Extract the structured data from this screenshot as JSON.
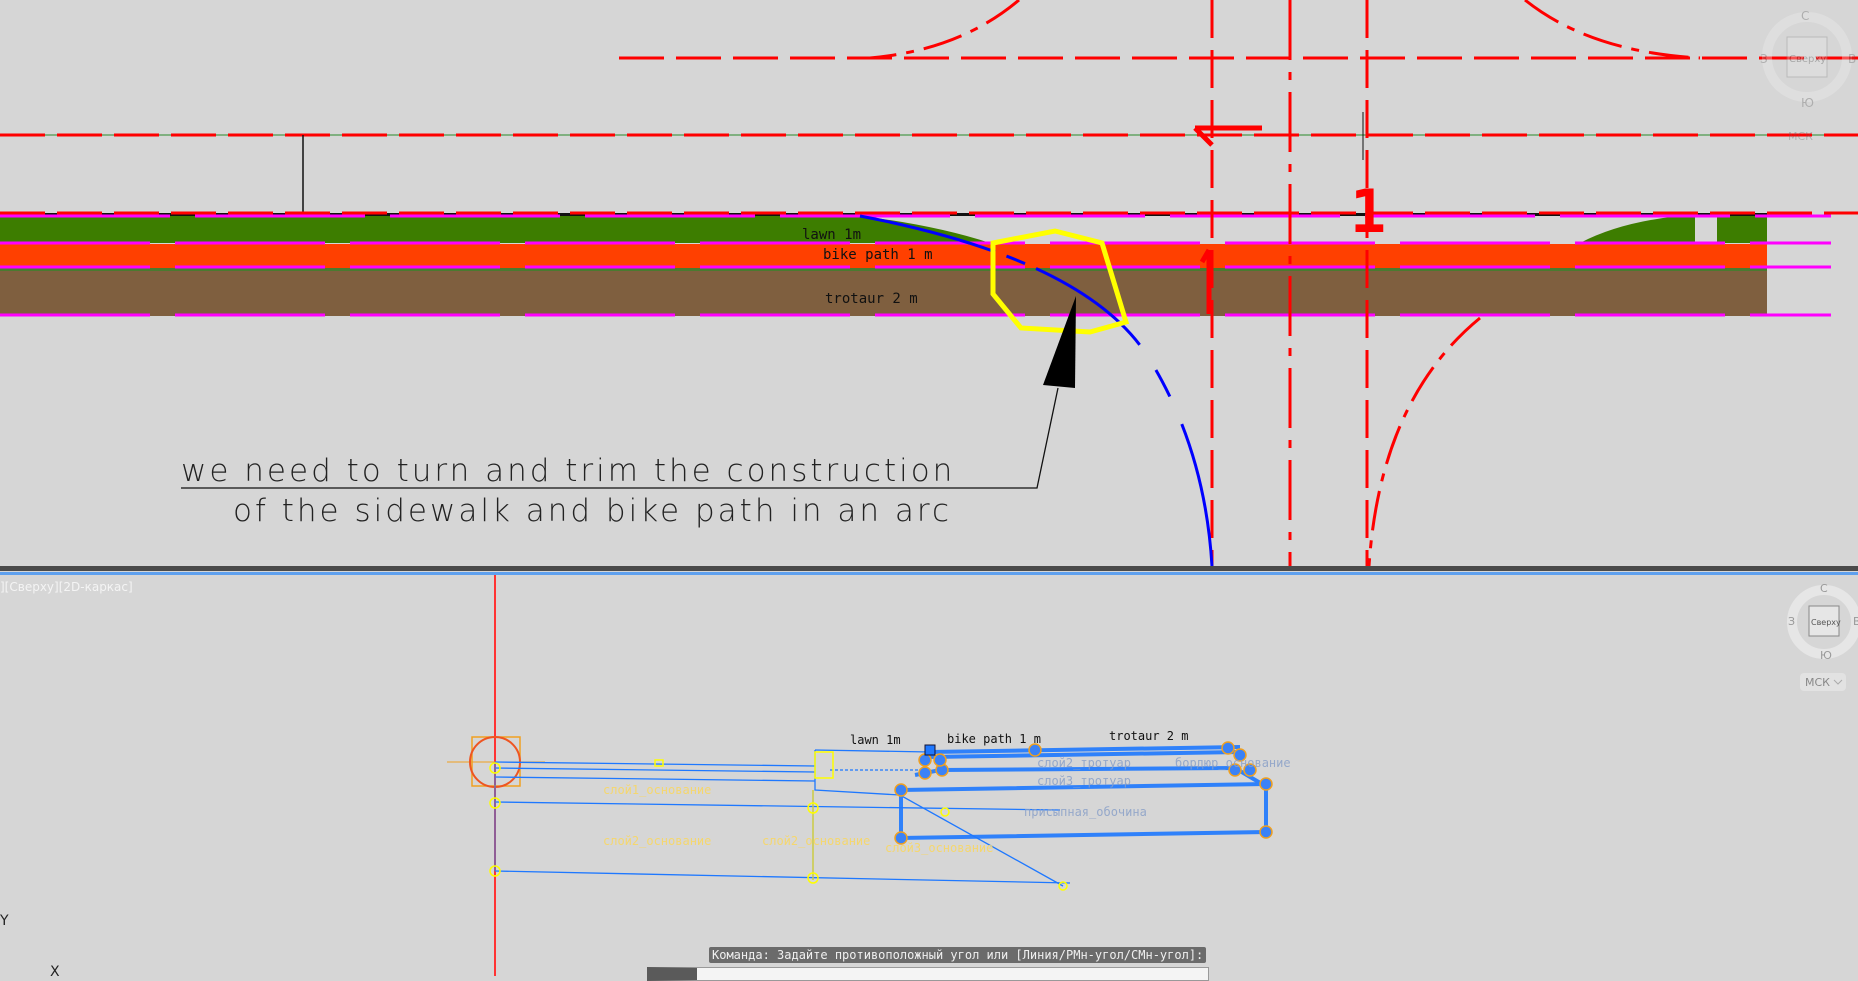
{
  "top_viewport": {
    "labels": {
      "lawn": "lawn 1m",
      "bike_path": "bike path 1 m",
      "trotaur": "trotaur 2 m"
    },
    "note_line1": "we need to turn and trim the construction",
    "note_line2": "of the sidewalk and bike path in an arc",
    "section_mark": "1",
    "viewcube": {
      "north": "С",
      "south": "Ю",
      "west": "З",
      "east": "В",
      "face": "Сверху",
      "ucs": "МСК"
    }
  },
  "bottom_viewport": {
    "view_label": "][Сверху][2D-каркас]",
    "labels": {
      "lawn": "lawn 1m",
      "bike_path": "bike path 1 m",
      "trotaur": "trotaur 2 m"
    },
    "layers": {
      "base1": "слой1_основание",
      "base2": "слой2_основание",
      "base2b": "слой2_основание",
      "base3": "слой3_основание",
      "sidewalk2": "слой2_тротуар",
      "sidewalk3": "слой3_тротуар",
      "curb": "бордюр_основание",
      "shoulder": "присыпная_обочина"
    },
    "viewcube": {
      "north": "С",
      "south": "Ю",
      "west": "З",
      "east": "В",
      "face": "Сверху",
      "ucs": "МСК"
    },
    "axis": {
      "x": "X",
      "y": "Y"
    }
  },
  "command_line": {
    "prompt": "Команда: Задайте противоположный угол или [Линия/РМн-угол/СМн-угол]:"
  },
  "colors": {
    "lawn": "#3d7d00",
    "bike_path": "#ff4000",
    "trotaur": "#7f5f3f",
    "boundary": "#ff00ff",
    "axis": "#ff0000",
    "arc": "#0000ff",
    "highlight": "#ffff00",
    "selection": "#1e78ff"
  }
}
